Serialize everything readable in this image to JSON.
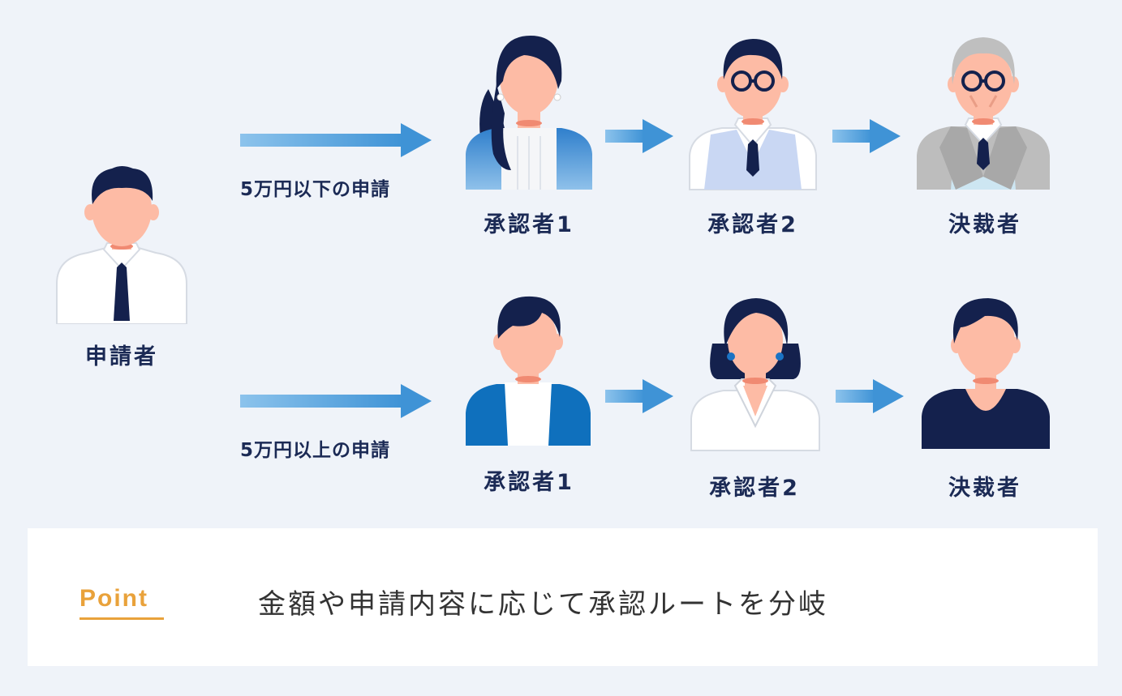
{
  "applicant": {
    "label": "申請者"
  },
  "routes": [
    {
      "condition": "5万円以下の申請",
      "steps": [
        {
          "label": "承認者1"
        },
        {
          "label": "承認者2"
        },
        {
          "label": "決裁者"
        }
      ]
    },
    {
      "condition": "5万円以上の申請",
      "steps": [
        {
          "label": "承認者1"
        },
        {
          "label": "承認者2"
        },
        {
          "label": "決裁者"
        }
      ]
    }
  ],
  "point": {
    "label": "Point",
    "text": "金額や申請内容に応じて承認ルートを分岐"
  },
  "colors": {
    "navy": "#1b2a55",
    "accent": "#e9a23b",
    "arrow": "#5aa3dc",
    "skin": "#fdbba5"
  }
}
